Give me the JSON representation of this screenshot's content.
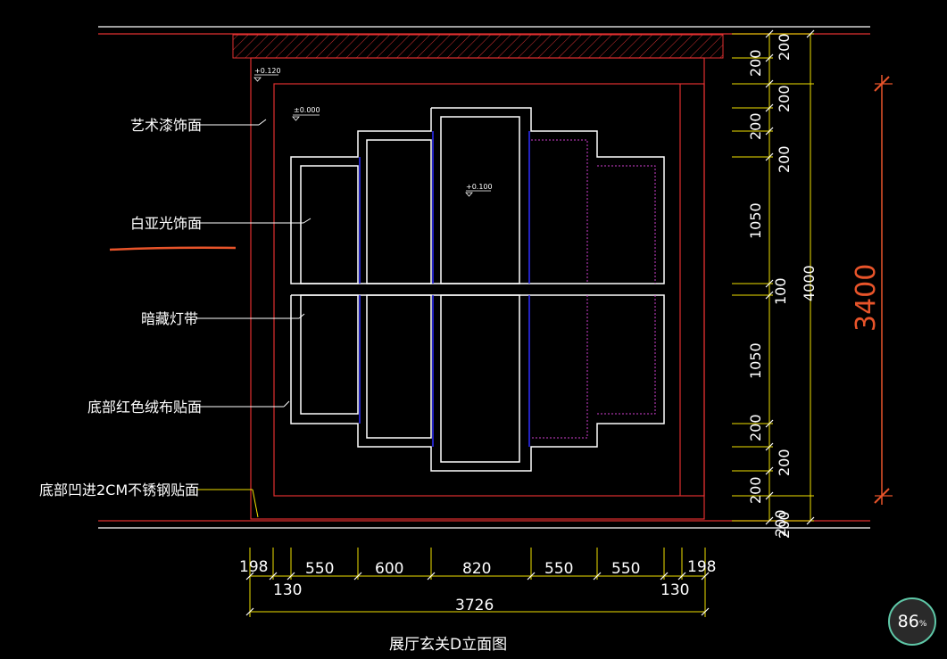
{
  "labels": {
    "art_paint": "艺术漆饰面",
    "white_matte": "白亚光饰面",
    "hidden_light": "暗藏灯带",
    "red_velvet": "底部红色绒布贴面",
    "steel": "底部凹进2CM不锈钢贴面"
  },
  "levels": {
    "l1": "+0.120",
    "l2": "±0.000",
    "l3": "+0.100"
  },
  "dims_h": {
    "d198a": "198",
    "d130a": "130",
    "d550a": "550",
    "d600": "600",
    "d820": "820",
    "d550b": "550",
    "d550c": "550",
    "d130b": "130",
    "d198b": "198",
    "total": "3726"
  },
  "dims_v": {
    "a200": "200",
    "a200b": "200",
    "a200c": "200",
    "a1050": "1050",
    "a100": "100",
    "a1050b": "1050",
    "a200d": "200",
    "a200e": "200",
    "b200": "200",
    "b200b": "200",
    "b200c": "200",
    "b200d": "200",
    "b200e": "200",
    "total": "4000"
  },
  "big_dim": "3400",
  "title": "展厅玄关D立面图",
  "zoom": {
    "value": "86",
    "unit": "%"
  }
}
